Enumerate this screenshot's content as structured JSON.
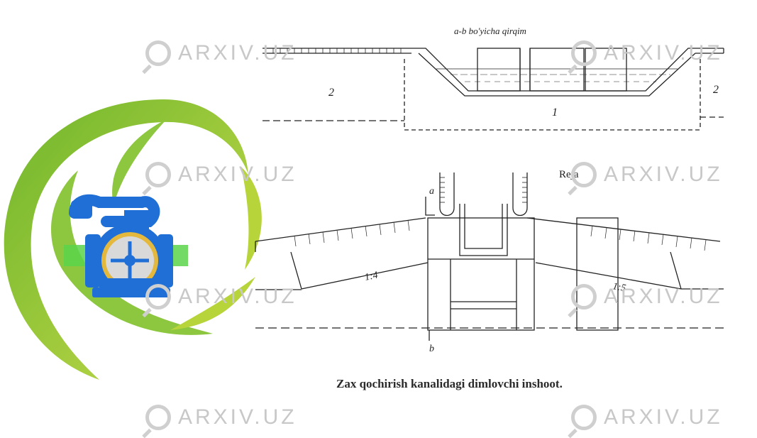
{
  "watermark": {
    "text": "ARXIV.UZ"
  },
  "figure": {
    "section": {
      "title": "a-b bo'yicha qirqim",
      "zone_left": "2",
      "zone_center": "1",
      "zone_right": "2"
    },
    "plan": {
      "title": "Reja",
      "point_a": "a",
      "point_b": "b",
      "slope_left": "1:4",
      "slope_right": "1:5"
    }
  },
  "caption": "Zax qochirish kanalidagi dimlovchi inshoot.",
  "colors": {
    "leaf_green": "#8dc63f",
    "pump_blue": "#1f6fd6",
    "pump_accent": "#5bd44a"
  }
}
